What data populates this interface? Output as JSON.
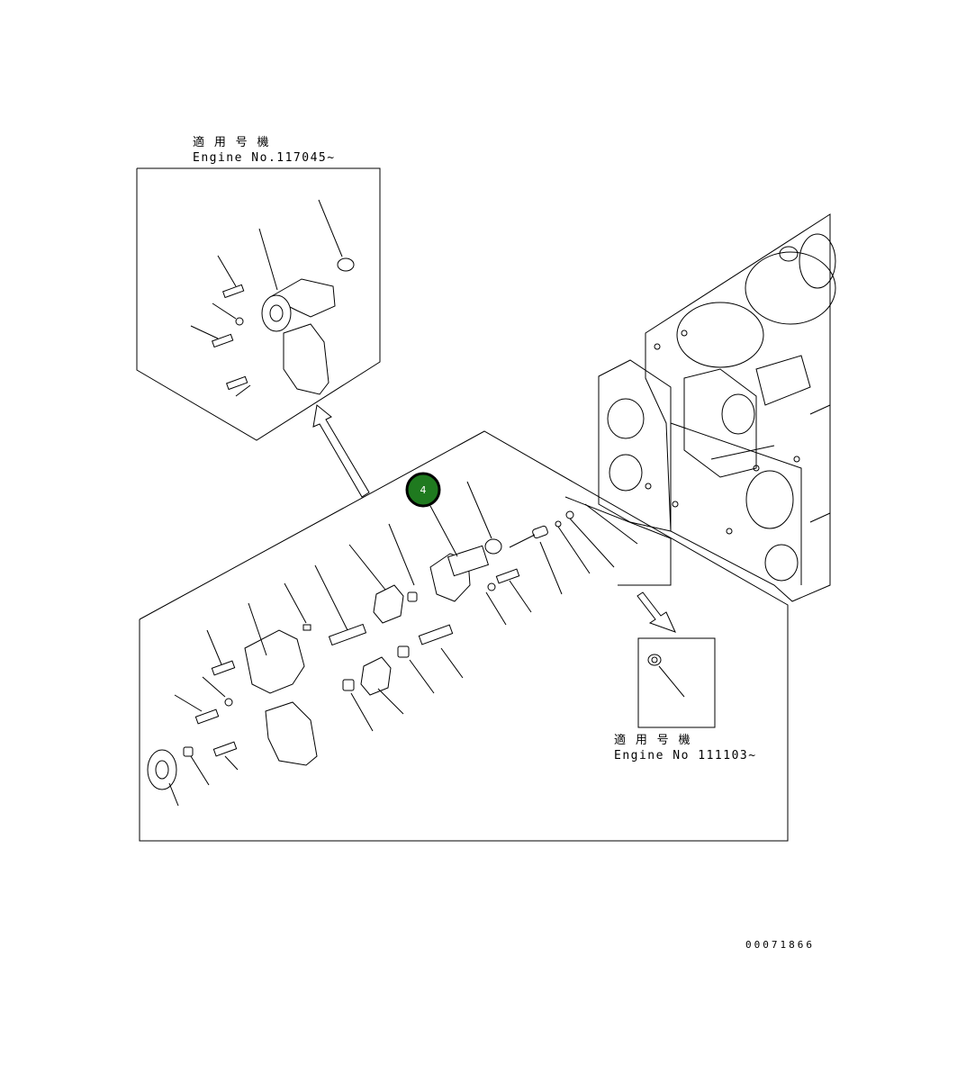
{
  "inset_top": {
    "applicable_label": "適 用 号 機",
    "engine_label": "Engine No.117045~"
  },
  "inset_right": {
    "applicable_label": "適 用 号 機",
    "engine_label": "Engine No 111103~"
  },
  "callout": {
    "label": "4",
    "color": "#1f7a1f"
  },
  "document_number": "00071866"
}
